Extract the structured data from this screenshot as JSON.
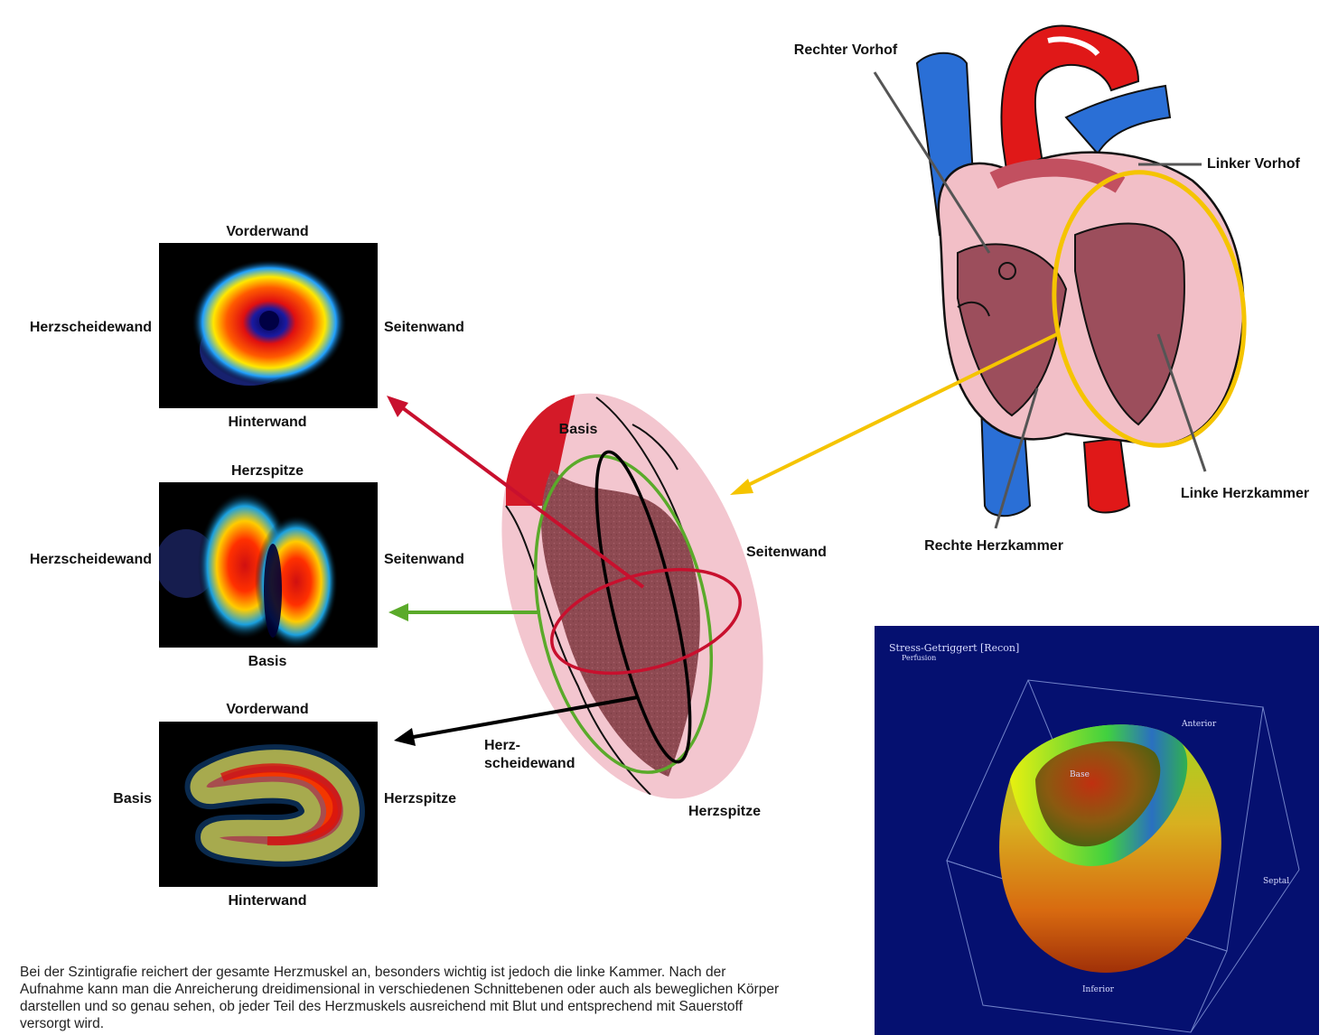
{
  "heart": {
    "labels": {
      "rechter_vorhof": "Rechter Vorhof",
      "linker_vorhof": "Linker Vorhof",
      "linke_herzkammer": "Linke Herzkammer",
      "rechte_herzkammer": "Rechte Herzkammer"
    }
  },
  "ventricle_closeup": {
    "labels": {
      "basis": "Basis",
      "seitenwand": "Seitenwand",
      "herzscheidewand_1": "Herz-",
      "herzscheidewand_2": "scheidewand",
      "herzspitze": "Herzspitze"
    }
  },
  "scans": [
    {
      "top": "Vorderwand",
      "bottom": "Hinterwand",
      "left": "Herzscheidewand",
      "right": "Seitenwand",
      "arrow_color": "#c8102e"
    },
    {
      "top": "Herzspitze",
      "bottom": "Basis",
      "left": "Herzscheidewand",
      "right": "Seitenwand",
      "arrow_color": "#5aaa2a"
    },
    {
      "top": "Vorderwand",
      "bottom": "Hinterwand",
      "left": "Basis",
      "right": "Herzspitze",
      "arrow_color": "#000000"
    }
  ],
  "render3d": {
    "title": "Stress-Getriggert [Recon]",
    "subtitle": "Perfusion",
    "labels": {
      "anterior": "Anterior",
      "septal": "Septal",
      "inferior": "Inferior",
      "base": "Base"
    },
    "background": "#051070"
  },
  "caption": "Bei der Szintigrafie reichert der gesamte Herzmuskel an, besonders wichtig ist jedoch die linke Kammer. Nach der Aufnahme kann man die Anreicherung dreidimensional in verschiedenen Schnittebenen oder auch als beweglichen Körper darstellen und so genau sehen, ob jeder Teil des Herzmuskels ausreichend mit Blut und entsprechend mit Sauerstoff versorgt wird.",
  "colors": {
    "highlight_ring": "#f5c400",
    "red_plane": "#c8102e",
    "green_plane": "#5aaa2a",
    "black_plane": "#000000"
  }
}
